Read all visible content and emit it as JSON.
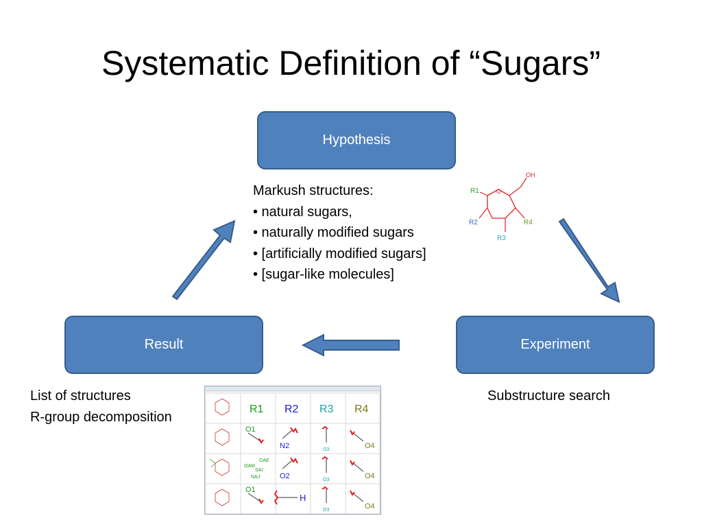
{
  "title": "Systematic Definition of “Sugars”",
  "nodes": {
    "hypothesis": "Hypothesis",
    "experiment": "Experiment",
    "result": "Result"
  },
  "markush": {
    "heading": "Markush structures:",
    "items": [
      "• natural sugars,",
      "• naturally modified sugars",
      "• [artificially modified sugars]",
      "• [sugar-like molecules]"
    ]
  },
  "molecule": {
    "labels": {
      "oh": "OH",
      "o": "O",
      "r1": "R1",
      "r2": "R2",
      "r3": "R3",
      "r4": "R4"
    },
    "colors": {
      "ring": "#e02020",
      "r1": "#2ea02e",
      "r2": "#3366cc",
      "r3": "#3aa7c7",
      "r4": "#6a9a20"
    }
  },
  "result_text": [
    "List of structures",
    "R-group decomposition"
  ],
  "experiment_text": "Substructure search",
  "table": {
    "headers": [
      "R1",
      "R2",
      "R3",
      "R4"
    ],
    "header_colors": [
      "#1a9a1a",
      "#1a1acc",
      "#1aa0a0",
      "#7a7a1a"
    ],
    "row1": [
      "O1",
      "N2",
      "O3",
      "O4"
    ],
    "row2": [
      "OAE",
      "O2",
      "O3",
      "O4"
    ],
    "row2_extra": [
      "OAM",
      "SAI",
      "NAJ"
    ],
    "row3": [
      "O1",
      "H",
      "O3",
      "O4"
    ]
  },
  "colors": {
    "accent": "#4f81bd",
    "accent_border": "#385d8a"
  }
}
